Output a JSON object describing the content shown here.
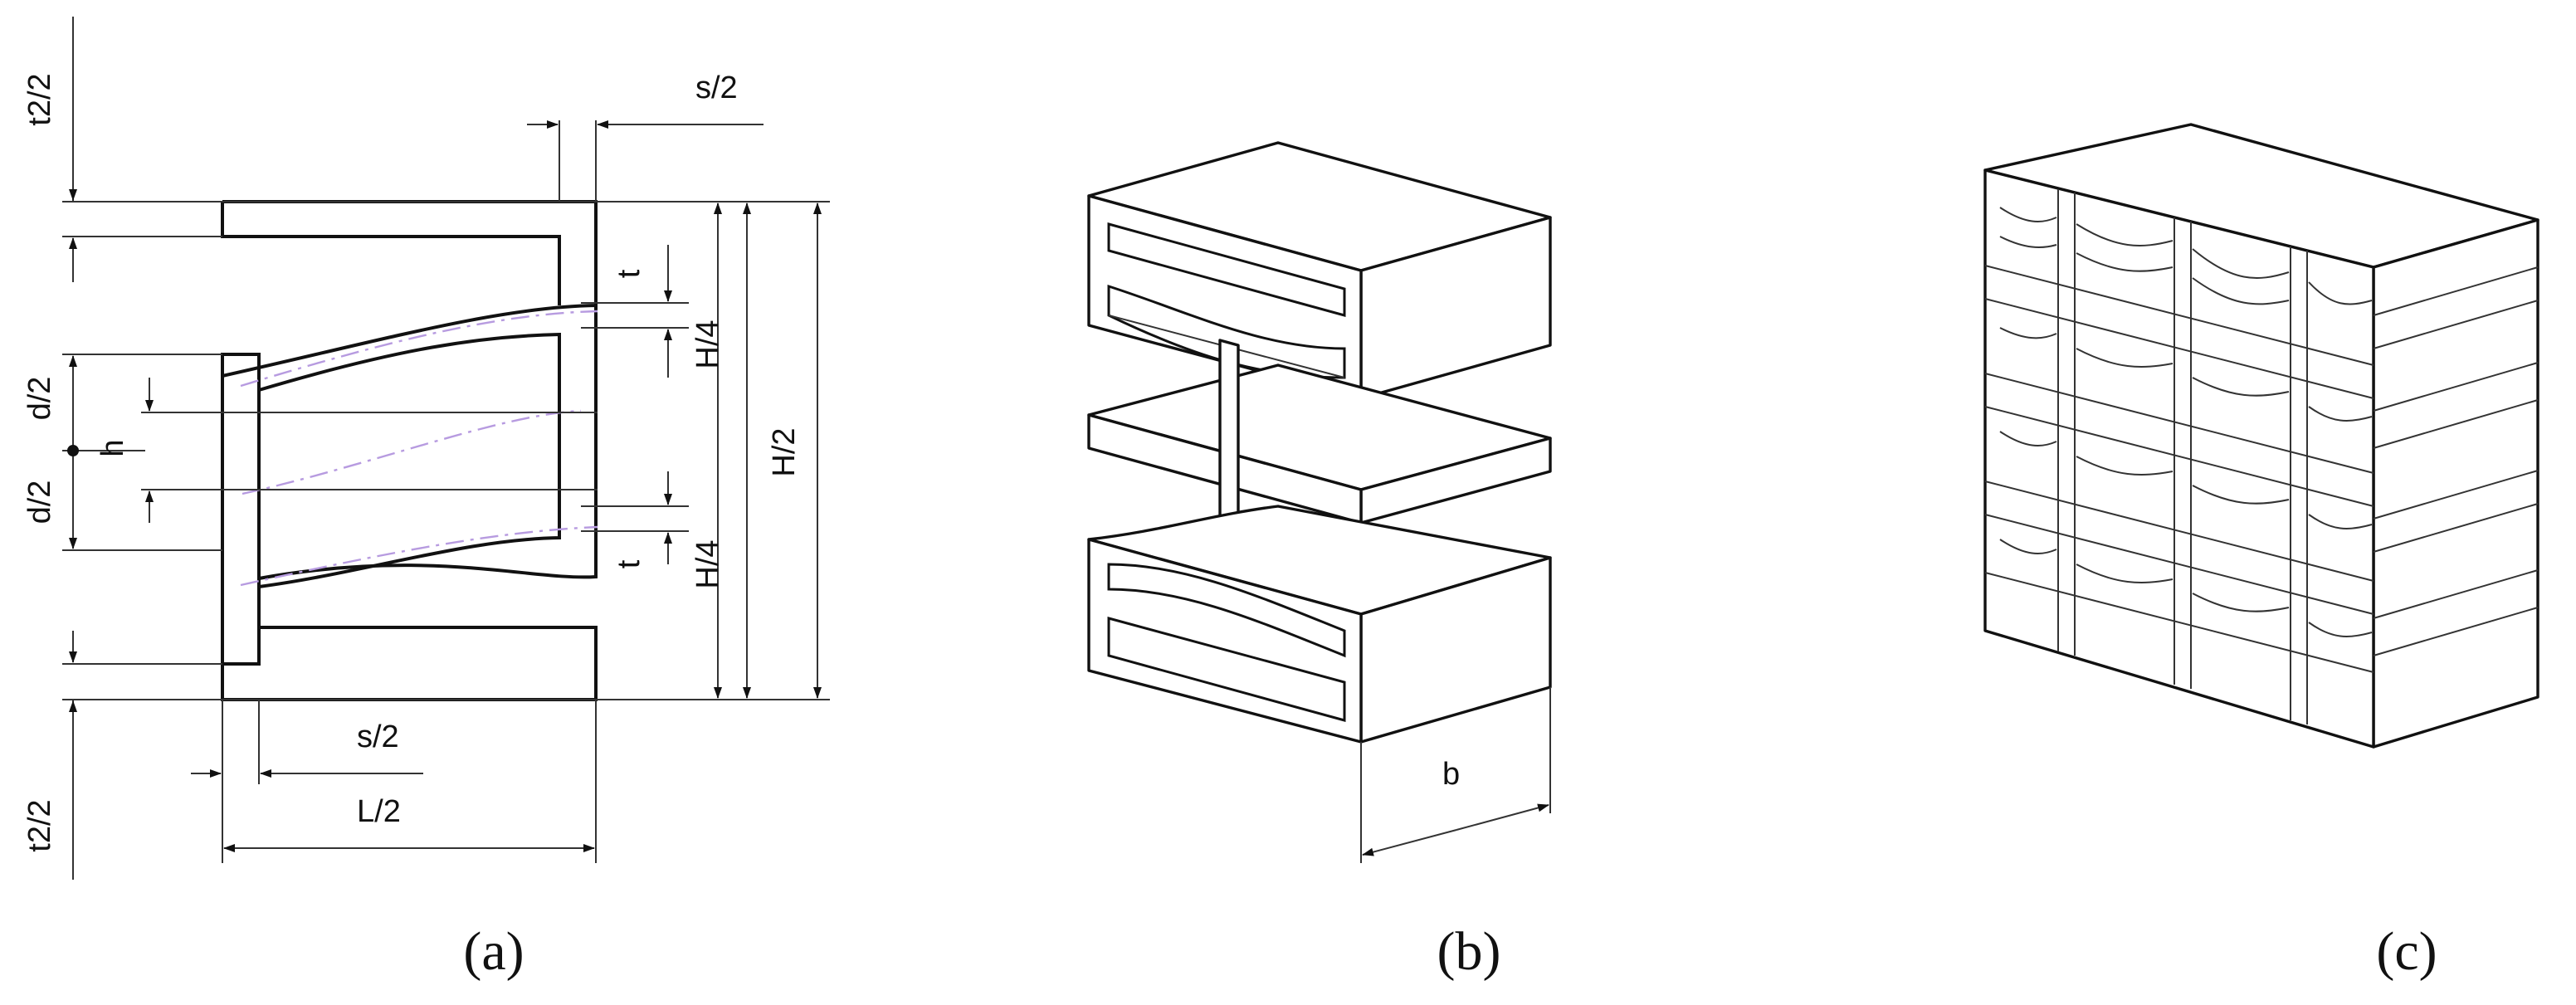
{
  "panel_a": {
    "dims": {
      "t2_half_top": "t2/2",
      "s_half_top": "s/2",
      "t_top": "t",
      "H_quarter_top": "H/4",
      "d_half_top": "d/2",
      "h": "h",
      "H_half": "H/2",
      "d_half_bottom": "d/2",
      "t_bottom": "t",
      "H_quarter_bottom": "H/4",
      "s_half_bottom": "s/2",
      "L_half": "L/2",
      "t2_half_bottom": "t2/2"
    },
    "caption": "(a)"
  },
  "panel_b": {
    "dim_b": "b",
    "caption": "(b)"
  },
  "panel_c": {
    "caption": "(c)"
  },
  "colors": {
    "line": "#111111",
    "centerline": "#b79be0"
  }
}
